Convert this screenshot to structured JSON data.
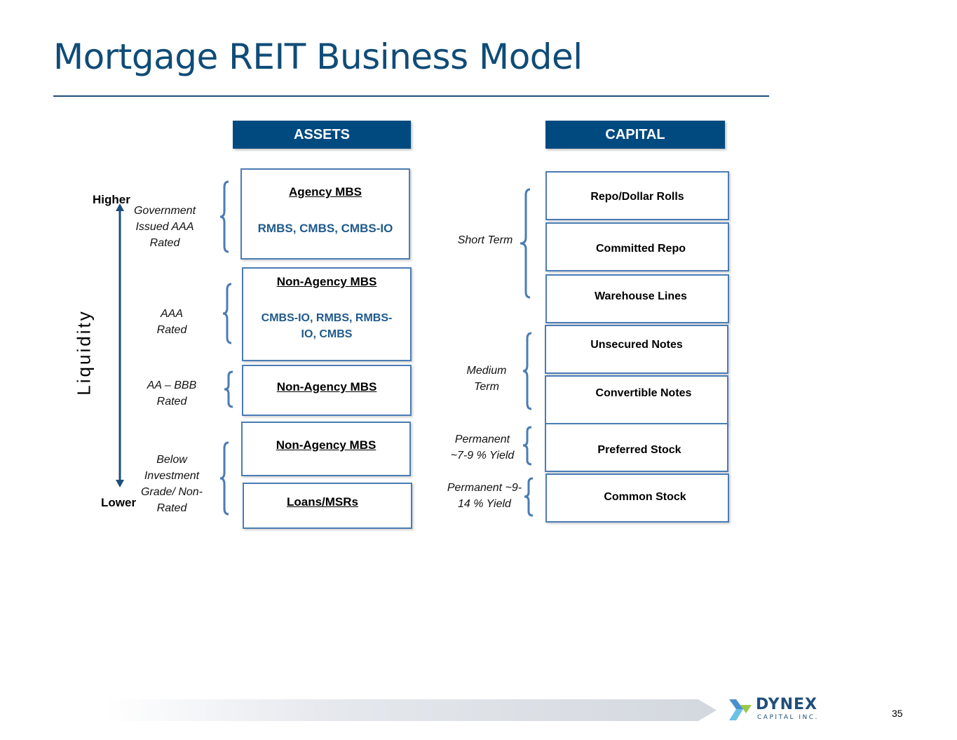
{
  "title": "Mortgage REIT Business Model",
  "headers": {
    "assets": "ASSETS",
    "capital": "CAPITAL"
  },
  "liquidity": {
    "axis_label": "Liquidity",
    "higher": "Higher",
    "lower": "Lower"
  },
  "ratings": {
    "government": "Government Issued AAA Rated",
    "aaa": "AAA Rated",
    "aa_bbb": "AA – BBB Rated",
    "below": "Below Investment Grade/ Non-Rated"
  },
  "assets": {
    "agency_title": "Agency MBS",
    "agency_sub": "RMBS, CMBS, CMBS-IO",
    "nonagency1_title": "Non-Agency MBS",
    "nonagency1_sub": "CMBS-IO, RMBS, RMBS-IO, CMBS",
    "nonagency2_title": "Non-Agency MBS",
    "nonagency3_title": "Non-Agency MBS",
    "loans_title": "Loans/MSRs"
  },
  "terms": {
    "short": "Short Term",
    "medium": "Medium Term",
    "perm1": "Permanent ~7-9 % Yield",
    "perm2": "Permanent ~9-14 % Yield"
  },
  "capital": {
    "repo": "Repo/Dollar Rolls",
    "committed": "Committed Repo",
    "warehouse": "Warehouse Lines",
    "unsecured": "Unsecured Notes",
    "convertible": "Convertible Notes",
    "preferred": "Preferred Stock",
    "common": "Common Stock"
  },
  "footer": {
    "logo_main": "DYNEX",
    "logo_sub": "CAPITAL INC.",
    "page_number": "35"
  },
  "colors": {
    "brand": "#004a80",
    "box_border": "#4a7cb5",
    "brace": "#4a7cb5",
    "title": "#0f4c78"
  }
}
